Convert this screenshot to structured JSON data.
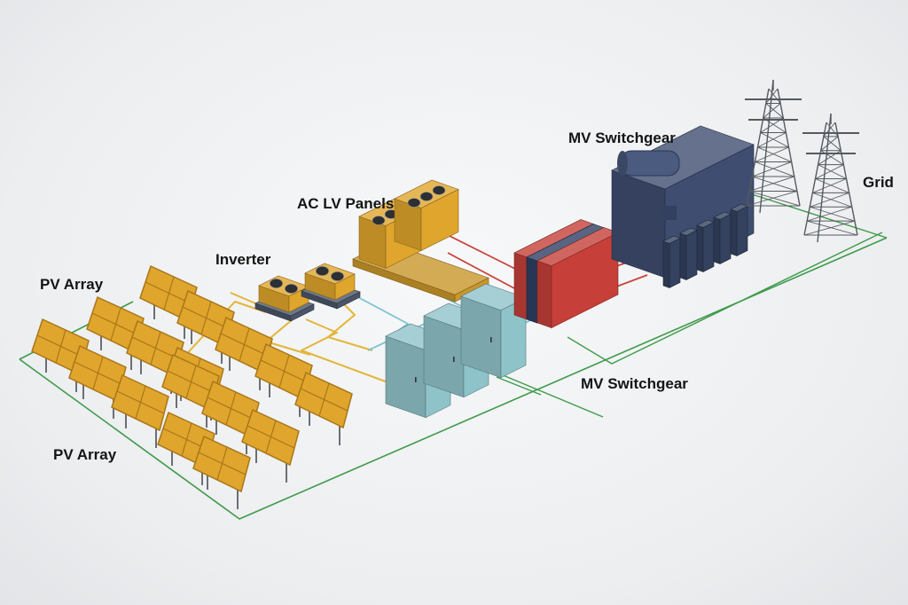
{
  "labels": {
    "pv_array_top": "PV Array",
    "pv_array_bottom": "PV Array",
    "inverter": "Inverter",
    "ac_lv_panels": "AC LV Panels",
    "mv_switchgear_top": "MV Switchgear",
    "mv_switchgear_bottom": "MV Switchgear",
    "grid": "Grid"
  },
  "colors": {
    "panel": "#e0a52c",
    "panel_edge": "#a8761a",
    "cabinet_teal": "#8fc3ca",
    "switchgear_red": "#c63f38",
    "switchgear_navy": "#2e3f63",
    "transformer": "#3e4d70",
    "ground_wire": "#3f9a4a",
    "dc_wire": "#e3b53a",
    "ac_wire": "#7ec3d3",
    "mv_wire": "#c9443d",
    "tower": "#555a60"
  }
}
